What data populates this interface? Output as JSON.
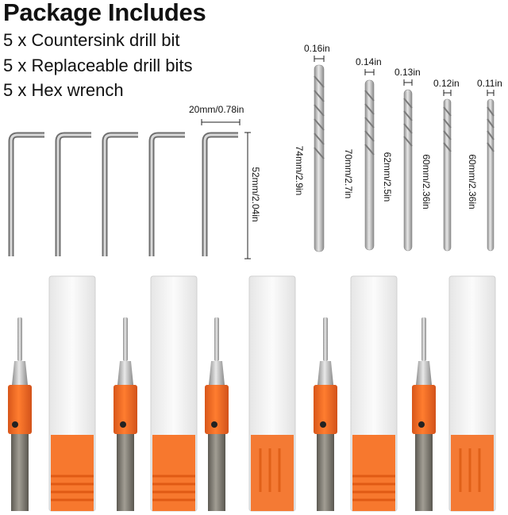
{
  "title": "Package Includes",
  "items": [
    "5 x Countersink drill bit",
    "5 x Replaceable drill bits",
    "5 x Hex wrench"
  ],
  "hex_wrench": {
    "width_label": "20mm/0.78in",
    "length_label": "52mm/2.04in"
  },
  "drill_bits": [
    {
      "diameter": "0.16in",
      "length": "74mm/2.9in"
    },
    {
      "diameter": "0.14in",
      "length": "70mm/2.7in"
    },
    {
      "diameter": "0.13in",
      "length": "62mm/2.5in"
    },
    {
      "diameter": "0.12in",
      "length": "60mm/2.36in"
    },
    {
      "diameter": "0.11in",
      "length": "60mm/2.36in"
    }
  ],
  "colors": {
    "accent": "#f26a1b",
    "metal": "#b8b8b8",
    "shank": "#7d7a72",
    "case": "#f2f2f2"
  }
}
